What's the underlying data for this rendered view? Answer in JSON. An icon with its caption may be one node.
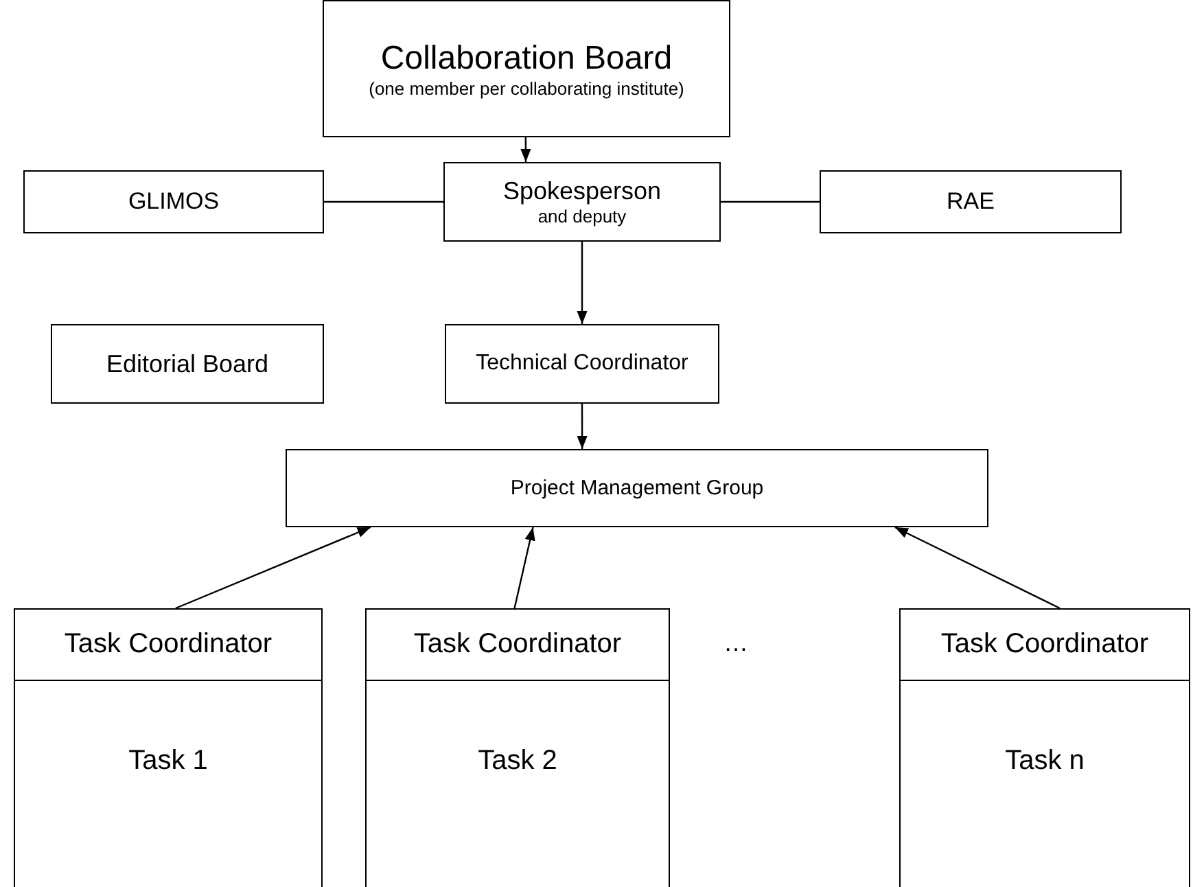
{
  "diagram": {
    "nodes": [
      {
        "text": [
          "Collaboration Board",
          "(one member per collaborating institute)"
        ]
      },
      {
        "text": [
          "GLIMOS"
        ]
      },
      {
        "text": [
          "Spokesperson",
          "and deputy"
        ]
      },
      {
        "text": [
          "RAE"
        ]
      },
      {
        "text": [
          "Editorial Board"
        ]
      },
      {
        "text": [
          "Technical Coordinator"
        ]
      },
      {
        "text": [
          "Project Management Group"
        ]
      },
      {
        "text": [
          "Task Coordinator",
          "Task 1"
        ]
      },
      {
        "text": [
          "Task Coordinator",
          "Task 2"
        ]
      },
      {
        "text": [
          "Task Coordinator",
          "Task n"
        ]
      }
    ],
    "edges": [
      {
        "from": 0,
        "to": 2,
        "arrow": "to"
      },
      {
        "from": 1,
        "to": 2,
        "arrow": "none"
      },
      {
        "from": 2,
        "to": 3,
        "arrow": "none"
      },
      {
        "from": 2,
        "to": 5,
        "arrow": "to"
      },
      {
        "from": 5,
        "to": 6,
        "arrow": "to"
      },
      {
        "from": 7,
        "to": 6,
        "arrow": "to"
      },
      {
        "from": 8,
        "to": 6,
        "arrow": "to"
      },
      {
        "from": 9,
        "to": 6,
        "arrow": "to"
      }
    ],
    "labels": [
      "…"
    ]
  }
}
